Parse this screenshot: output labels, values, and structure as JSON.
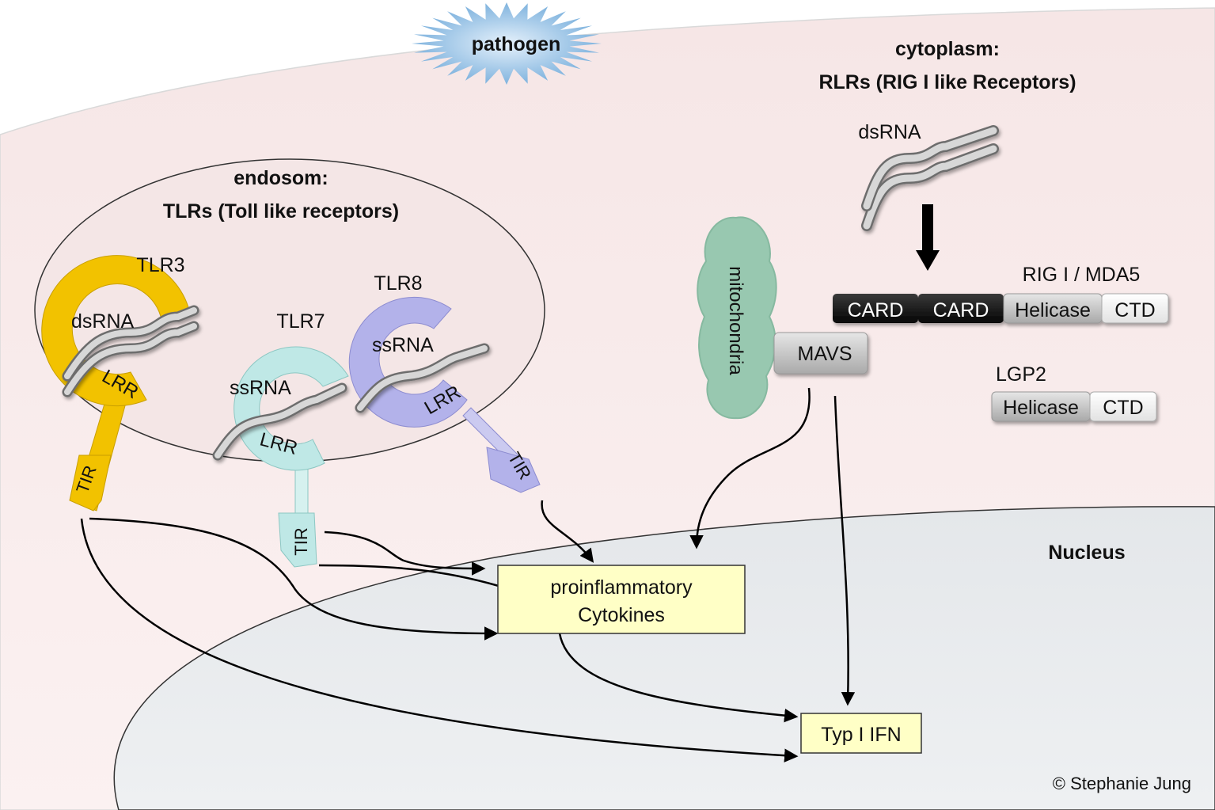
{
  "pathogen": "pathogen",
  "cytoplasm": {
    "heading": "cytoplasm:",
    "subheading": "RLRs (RIG I like Receptors)",
    "dsrna": "dsRNA"
  },
  "endosome": {
    "heading": "endosom:",
    "subheading": "TLRs (Toll like receptors)"
  },
  "tlr3": {
    "name": "TLR3",
    "ligand": "dsRNA",
    "lrr": "LRR",
    "tir": "TIR",
    "color": "#f2c200"
  },
  "tlr7": {
    "name": "TLR7",
    "ligand": "ssRNA",
    "lrr": "LRR",
    "tir": "TIR",
    "color": "#bfe8e6"
  },
  "tlr8": {
    "name": "TLR8",
    "ligand": "ssRNA",
    "lrr": "LRR",
    "tir": "TIR",
    "color": "#b3b2ea"
  },
  "mitochondria": "mitochondria",
  "mavs": "MAVS",
  "rig": {
    "name": "RIG I / MDA5",
    "domains": [
      "CARD",
      "CARD",
      "Helicase",
      "CTD"
    ]
  },
  "lgp2": {
    "name": "LGP2",
    "domains": [
      "Helicase",
      "CTD"
    ]
  },
  "nucleus": "Nucleus",
  "cytokines": {
    "line1": "proinflammatory",
    "line2": "Cytokines"
  },
  "ifn": "Typ I IFN",
  "copyright": "© Stephanie Jung"
}
